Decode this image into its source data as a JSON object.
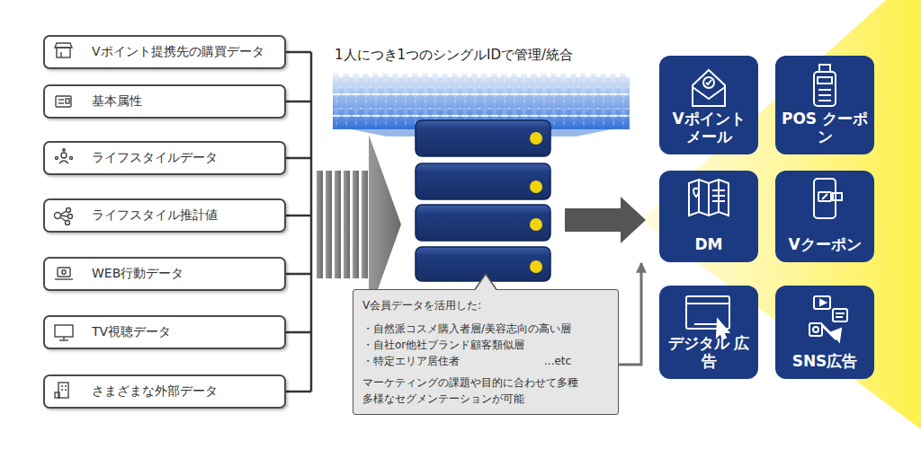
{
  "diagram": {
    "nodes": [
      {
        "text": [
          "Vポイント提携先の購買データ"
        ]
      },
      {
        "text": [
          "基本属性"
        ]
      },
      {
        "text": [
          "ライフスタイルデータ"
        ]
      },
      {
        "text": [
          "ライフスタイル推計値"
        ]
      },
      {
        "text": [
          "WEB行動データ"
        ]
      },
      {
        "text": [
          "TV視聴データ"
        ]
      },
      {
        "text": [
          "さまざまな外部データ"
        ]
      },
      {
        "text": [
          "V会員データを活用した:",
          "・自然派コスメ購入者層/美容志向の高い層",
          "・自社or他社ブランド顧客類似層",
          "・特定エリア居住者",
          "...etc",
          "マーケティングの課題や目的に合わせて多種 多様なセグメンテーションが可能"
        ]
      },
      {
        "text": [
          "Vポイント メール"
        ]
      },
      {
        "text": [
          "POS クーポン"
        ]
      },
      {
        "text": [
          "DM"
        ]
      },
      {
        "text": [
          "Vクーポン"
        ]
      },
      {
        "text": [
          "デジタル 広告"
        ]
      },
      {
        "text": [
          "SNS広告"
        ]
      }
    ],
    "edges": [
      {
        "from": 7,
        "to": 10,
        "arrow": "to"
      }
    ],
    "labels": [
      "1人につき1つのシングルIDで管理/統合"
    ]
  }
}
